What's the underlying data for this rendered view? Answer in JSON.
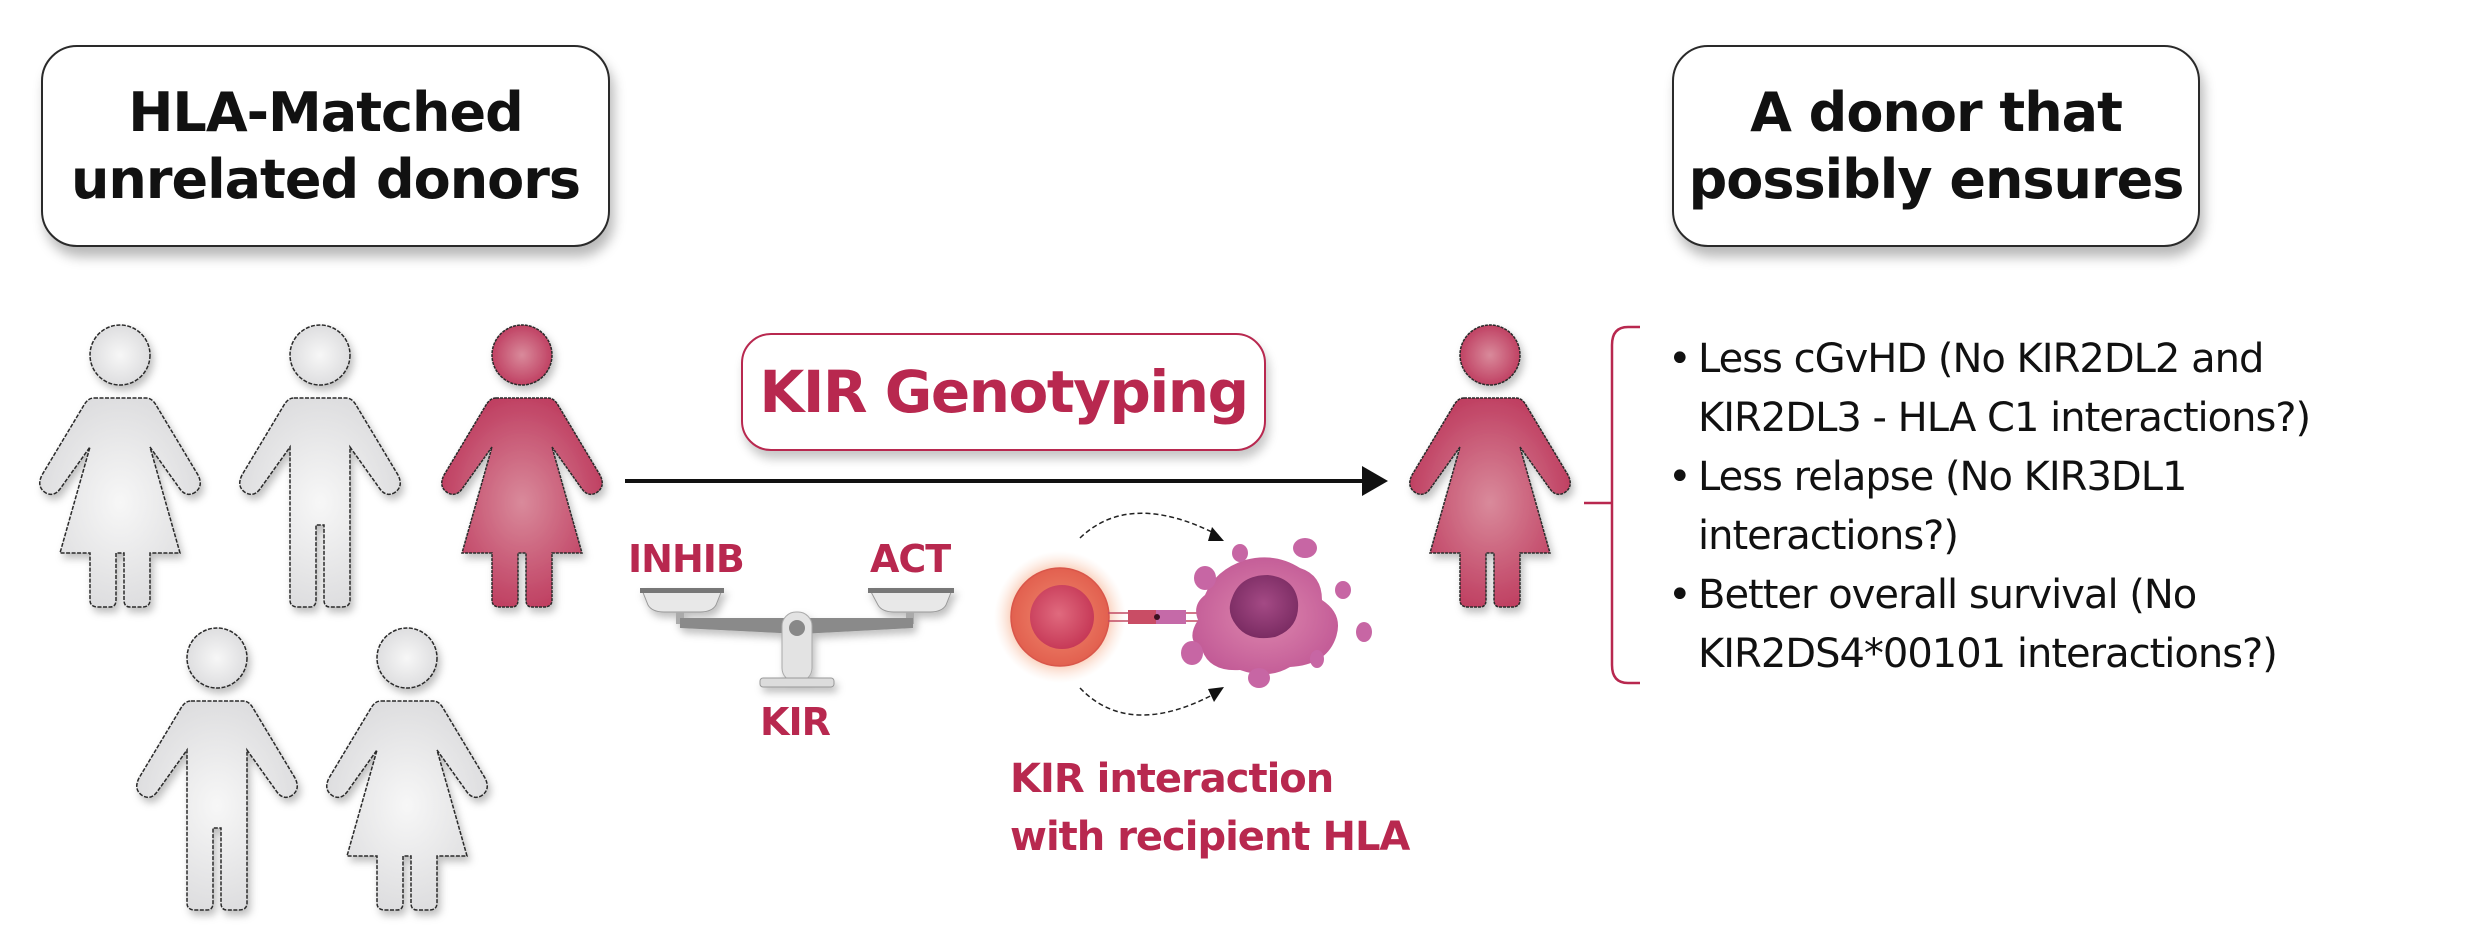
{
  "left_header": {
    "line1": "HLA-Matched",
    "line2": "unrelated donors"
  },
  "right_header": {
    "line1": "A donor that",
    "line2": "possibly ensures"
  },
  "process": {
    "label": "KIR Genotyping",
    "balance": {
      "left_label": "INHIB",
      "right_label": "ACT",
      "bottom_label": "KIR"
    },
    "interaction_label_line1": "KIR interaction",
    "interaction_label_line2": "with recipient HLA"
  },
  "donors": [
    {
      "sex": "female",
      "selected": false
    },
    {
      "sex": "male",
      "selected": false
    },
    {
      "sex": "female",
      "selected": true
    },
    {
      "sex": "male",
      "selected": false
    },
    {
      "sex": "female",
      "selected": false
    }
  ],
  "recipient": {
    "sex": "female",
    "selected": true
  },
  "outcomes": [
    {
      "bullet": "•",
      "line1": "Less cGvHD (No KIR2DL2 and",
      "line2": "KIR2DL3 - HLA C1 interactions?)"
    },
    {
      "bullet": "•",
      "line1": "Less relapse (No KIR3DL1",
      "line2": "interactions?)"
    },
    {
      "bullet": "•",
      "line1": "Better overall survival (No",
      "line2": "KIR2DS4*00101 interactions?)"
    }
  ],
  "colors": {
    "accent": "#b8284f",
    "person_selected": "#c2405f",
    "person_unselected": "#e6e6e6",
    "text": "#111111"
  }
}
